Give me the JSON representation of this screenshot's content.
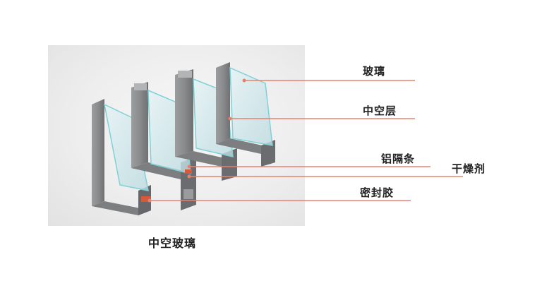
{
  "labels": {
    "glass": "玻璃",
    "air_gap": "中空层",
    "aluminum_spacer": "铝隔条",
    "desiccant": "干燥剂",
    "sealant": "密封胶"
  },
  "caption": "中空玻璃",
  "colors": {
    "leader_line": "#e8806e",
    "frame": "#8f9092",
    "frame_dark": "#6e7072",
    "glass": "#cfe6ea",
    "glass_edge": "#7fd1d6",
    "sealant": "#d65a3a",
    "label_text": "#222222"
  }
}
